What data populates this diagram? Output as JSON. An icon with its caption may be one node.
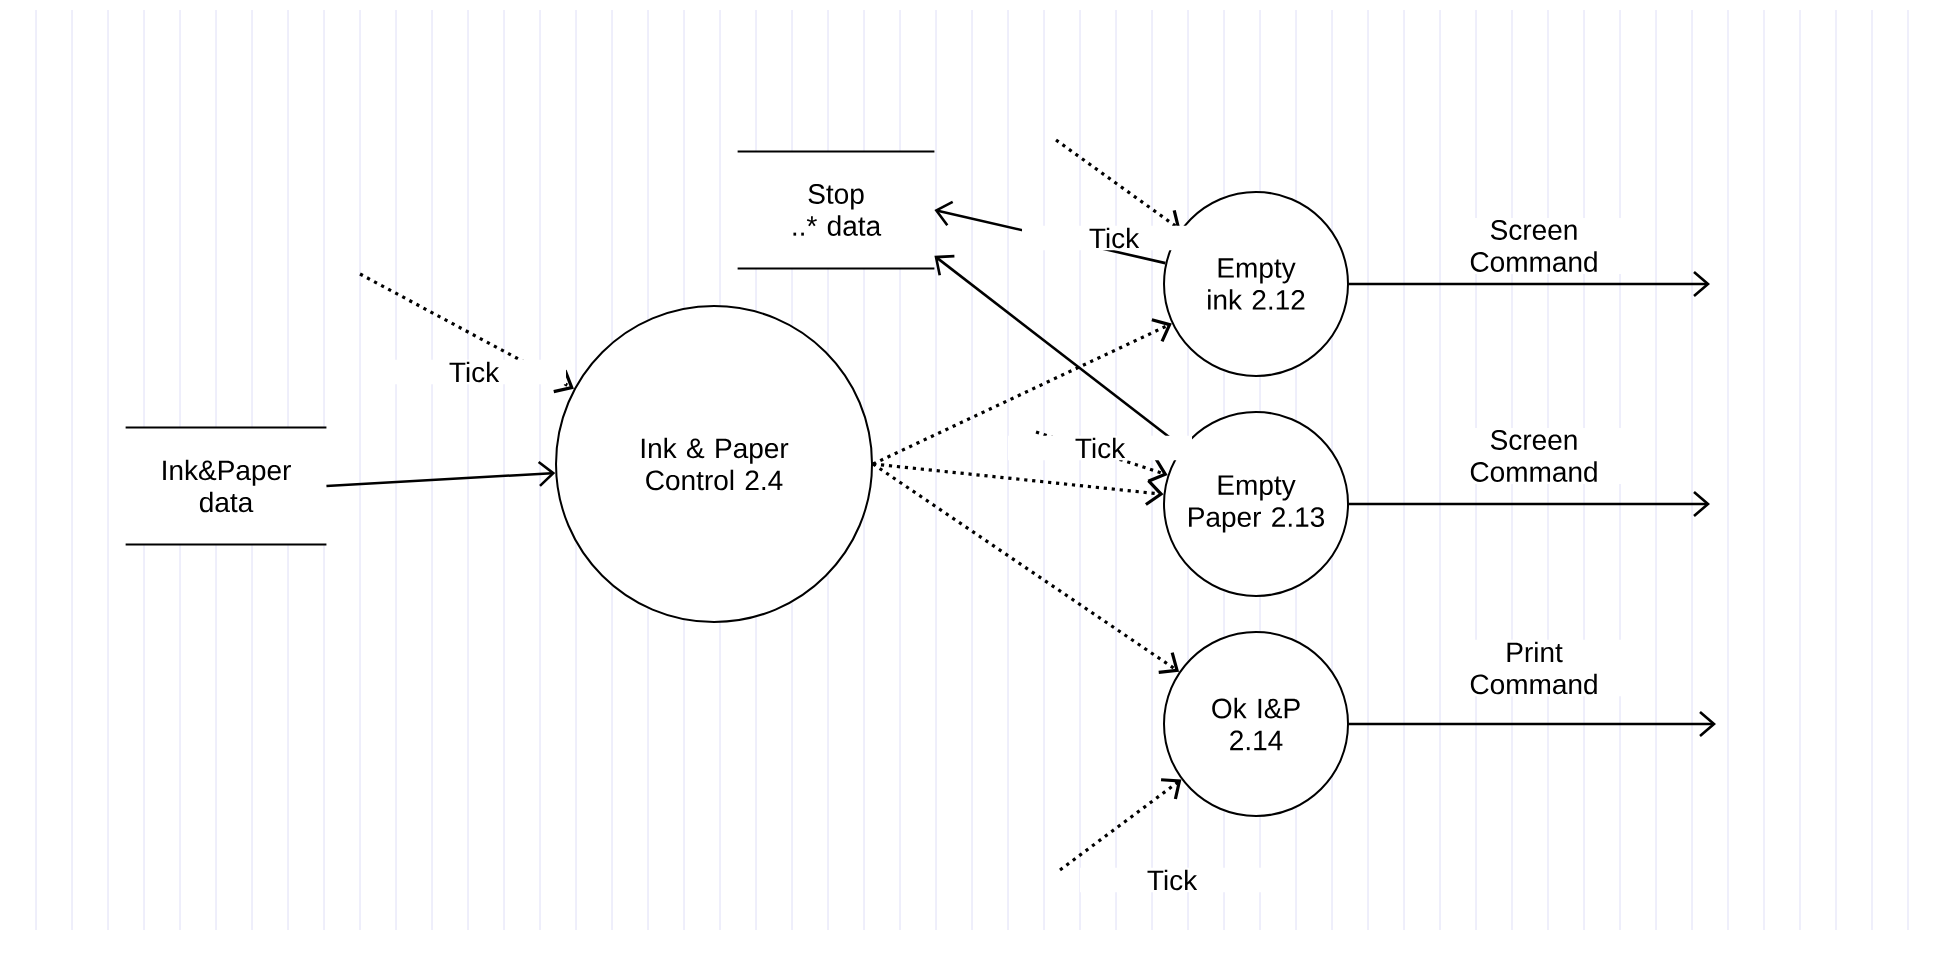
{
  "diagram": {
    "nodes": [
      {
        "text": [
          "Ink&Paper data"
        ]
      },
      {
        "text": [
          "Ink & Paper Control 2.4"
        ]
      },
      {
        "text": [
          "Stop ..* data"
        ]
      },
      {
        "text": [
          "Empty ink 2.12"
        ]
      },
      {
        "text": [
          "Empty Paper 2.13"
        ]
      },
      {
        "text": [
          "Ok I&P 2.14"
        ]
      }
    ],
    "edges": [
      {
        "from": 0,
        "to": 1,
        "arrow": "to"
      },
      {
        "from": null,
        "to": 1,
        "arrow": "to",
        "style": "dashed",
        "label": "Tick"
      },
      {
        "from": 1,
        "to": 3,
        "arrow": "to",
        "style": "dashed"
      },
      {
        "from": 1,
        "to": 4,
        "arrow": "to",
        "style": "dashed"
      },
      {
        "from": 1,
        "to": 5,
        "arrow": "to",
        "style": "dashed"
      },
      {
        "from": 3,
        "to": 2,
        "arrow": "to"
      },
      {
        "from": 4,
        "to": 2,
        "arrow": "to"
      },
      {
        "from": null,
        "to": 3,
        "arrow": "to",
        "style": "dashed",
        "label": "Tick"
      },
      {
        "from": null,
        "to": 4,
        "arrow": "to",
        "style": "dashed",
        "label": "Tick"
      },
      {
        "from": null,
        "to": 5,
        "arrow": "to",
        "style": "dashed",
        "label": "Tick"
      },
      {
        "from": 3,
        "to": null,
        "arrow": "to",
        "label": "Screen Command"
      },
      {
        "from": 4,
        "to": null,
        "arrow": "to",
        "label": "Screen Command"
      },
      {
        "from": 5,
        "to": null,
        "arrow": "to",
        "label": "Print Command"
      }
    ]
  }
}
